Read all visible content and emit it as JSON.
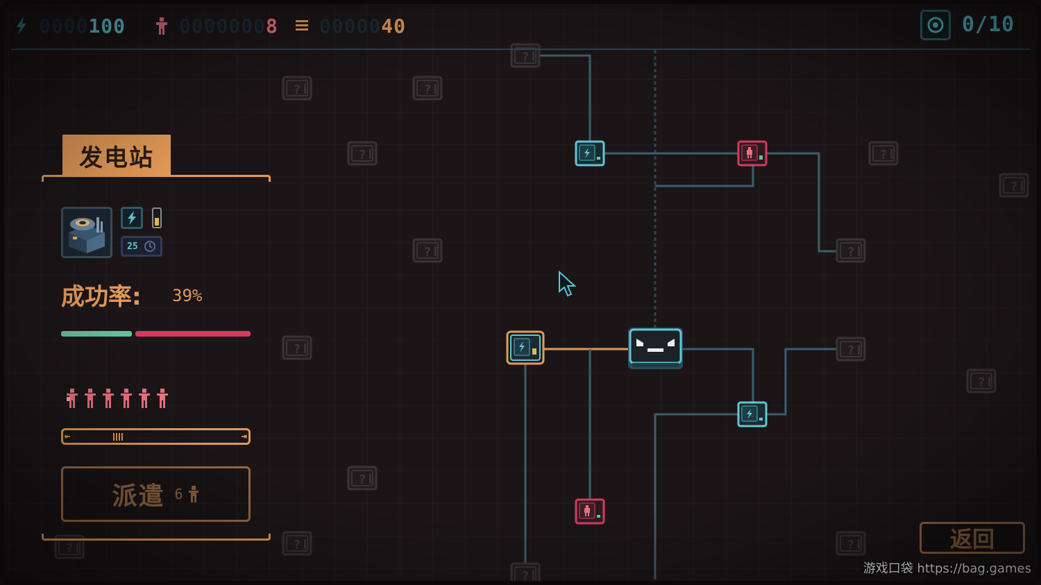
{
  "hud": {
    "energy": {
      "ghost": "0000",
      "value": "100",
      "icon": "lightning-icon",
      "color": "#5ec8d4"
    },
    "population": {
      "ghost": "0000000",
      "value": "8",
      "icon": "person-icon",
      "color": "#e8707c"
    },
    "materials": {
      "ghost": "00000",
      "value": "40",
      "icon": "stack-icon",
      "color": "#e39a58"
    },
    "parts": {
      "value": "0/10",
      "icon": "gear-icon"
    }
  },
  "panel": {
    "title": "发电站",
    "time_cost": "25",
    "rate_label": "成功率:",
    "rate_value": "39%",
    "success_fraction": 0.39,
    "worker_count": 6,
    "dispatch_label": "派遣",
    "dispatch_count": "6"
  },
  "return_label": "返回",
  "watermark": "游戏口袋 https://bag.games",
  "colors": {
    "orange": "#e39a58",
    "teal": "#5ec8d4",
    "red": "#d9395f",
    "green": "#5ec49a",
    "line": "#3c5e6e"
  }
}
